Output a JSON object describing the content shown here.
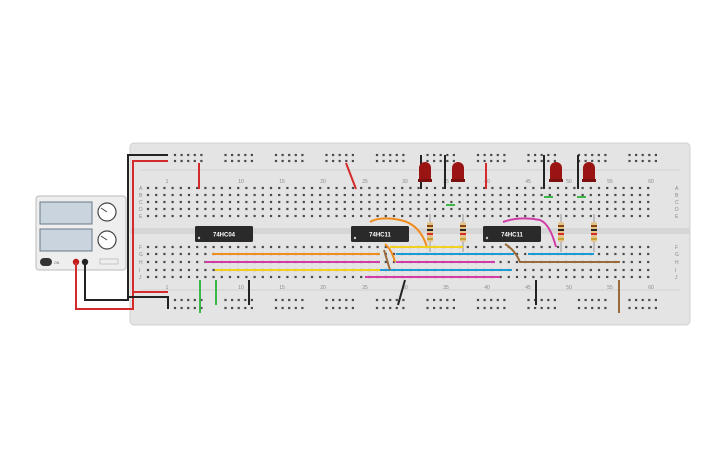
{
  "canvas": {
    "background": "#ffffff"
  },
  "breadboard": {
    "color": "#e4e4e4",
    "hole_color": "#4a4a4a",
    "top_rail_label": "",
    "column_numbers_top": [
      "1",
      "10",
      "15",
      "20",
      "25",
      "30",
      "35",
      "40",
      "45",
      "50",
      "55",
      "60"
    ],
    "column_numbers_bottom": [
      "1",
      "10",
      "15",
      "20",
      "25",
      "30",
      "35",
      "40",
      "45",
      "50",
      "55",
      "60"
    ],
    "row_letters_right": [
      "A",
      "B",
      "C",
      "D",
      "E",
      "F",
      "G",
      "H",
      "I",
      "J"
    ]
  },
  "chips": [
    {
      "id": "u1",
      "label": "74HC04"
    },
    {
      "id": "u2",
      "label": "74HC11"
    },
    {
      "id": "u3",
      "label": "74HC11"
    }
  ],
  "power_supply": {
    "label_button": "ON",
    "knob_label_top": "",
    "knob_label_bottom": ""
  },
  "colors": {
    "wire_red": "#d42a2a",
    "wire_black": "#222222",
    "wire_orange": "#f08c1c",
    "wire_yellow": "#f0d21c",
    "wire_blue": "#1c9ad6",
    "wire_magenta": "#d23ca8",
    "wire_green": "#3cb84a",
    "wire_brown": "#9a6a3a",
    "chip": "#2a2a2a",
    "led": "#9b1414",
    "resistor": "#e3c48a"
  },
  "icons": [
    "power-supply-icon",
    "led-icon",
    "resistor-icon",
    "ic-chip-icon"
  ]
}
